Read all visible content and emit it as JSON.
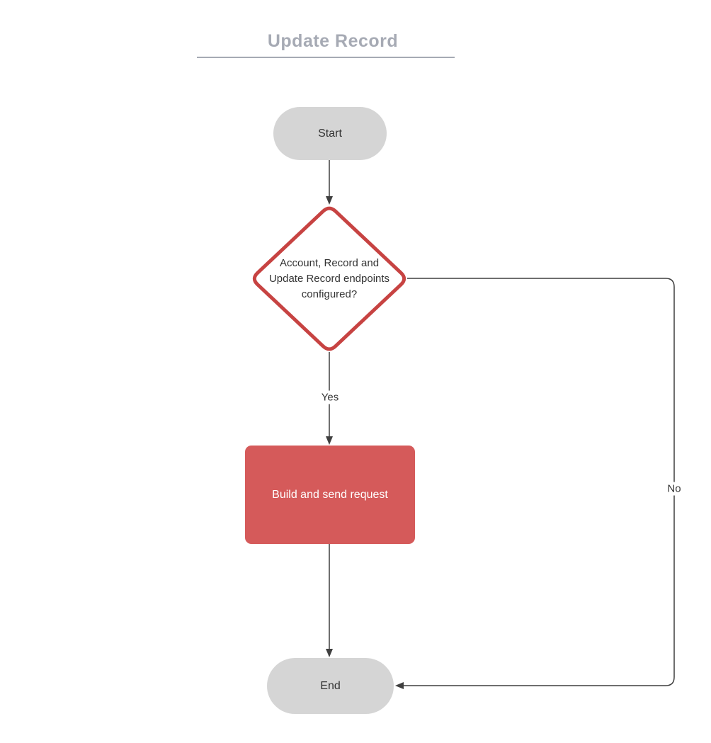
{
  "title": {
    "text": "Update Record"
  },
  "nodes": {
    "start": {
      "label": "Start",
      "type": "terminator"
    },
    "decision": {
      "label": "Account, Record and Update Record endpoints configured?",
      "lines": [
        "Account, Record and",
        "Update Record endpoints",
        "configured?"
      ],
      "type": "decision"
    },
    "process": {
      "label": "Build and send request",
      "type": "process"
    },
    "end": {
      "label": "End",
      "type": "terminator"
    }
  },
  "edges": {
    "start_to_decision": {
      "label": ""
    },
    "decision_to_process": {
      "label": "Yes"
    },
    "process_to_end": {
      "label": ""
    },
    "decision_to_end": {
      "label": "No"
    }
  },
  "colors": {
    "canvas-bg": "#ffffff",
    "title-gray": "#a6aab4",
    "node-gray": "#d5d5d5",
    "process-red": "#d55a5a",
    "decision-border": "#c74342",
    "line-color": "#3f3f3f",
    "dark-text": "#333333",
    "light-text": "#ffffff"
  }
}
